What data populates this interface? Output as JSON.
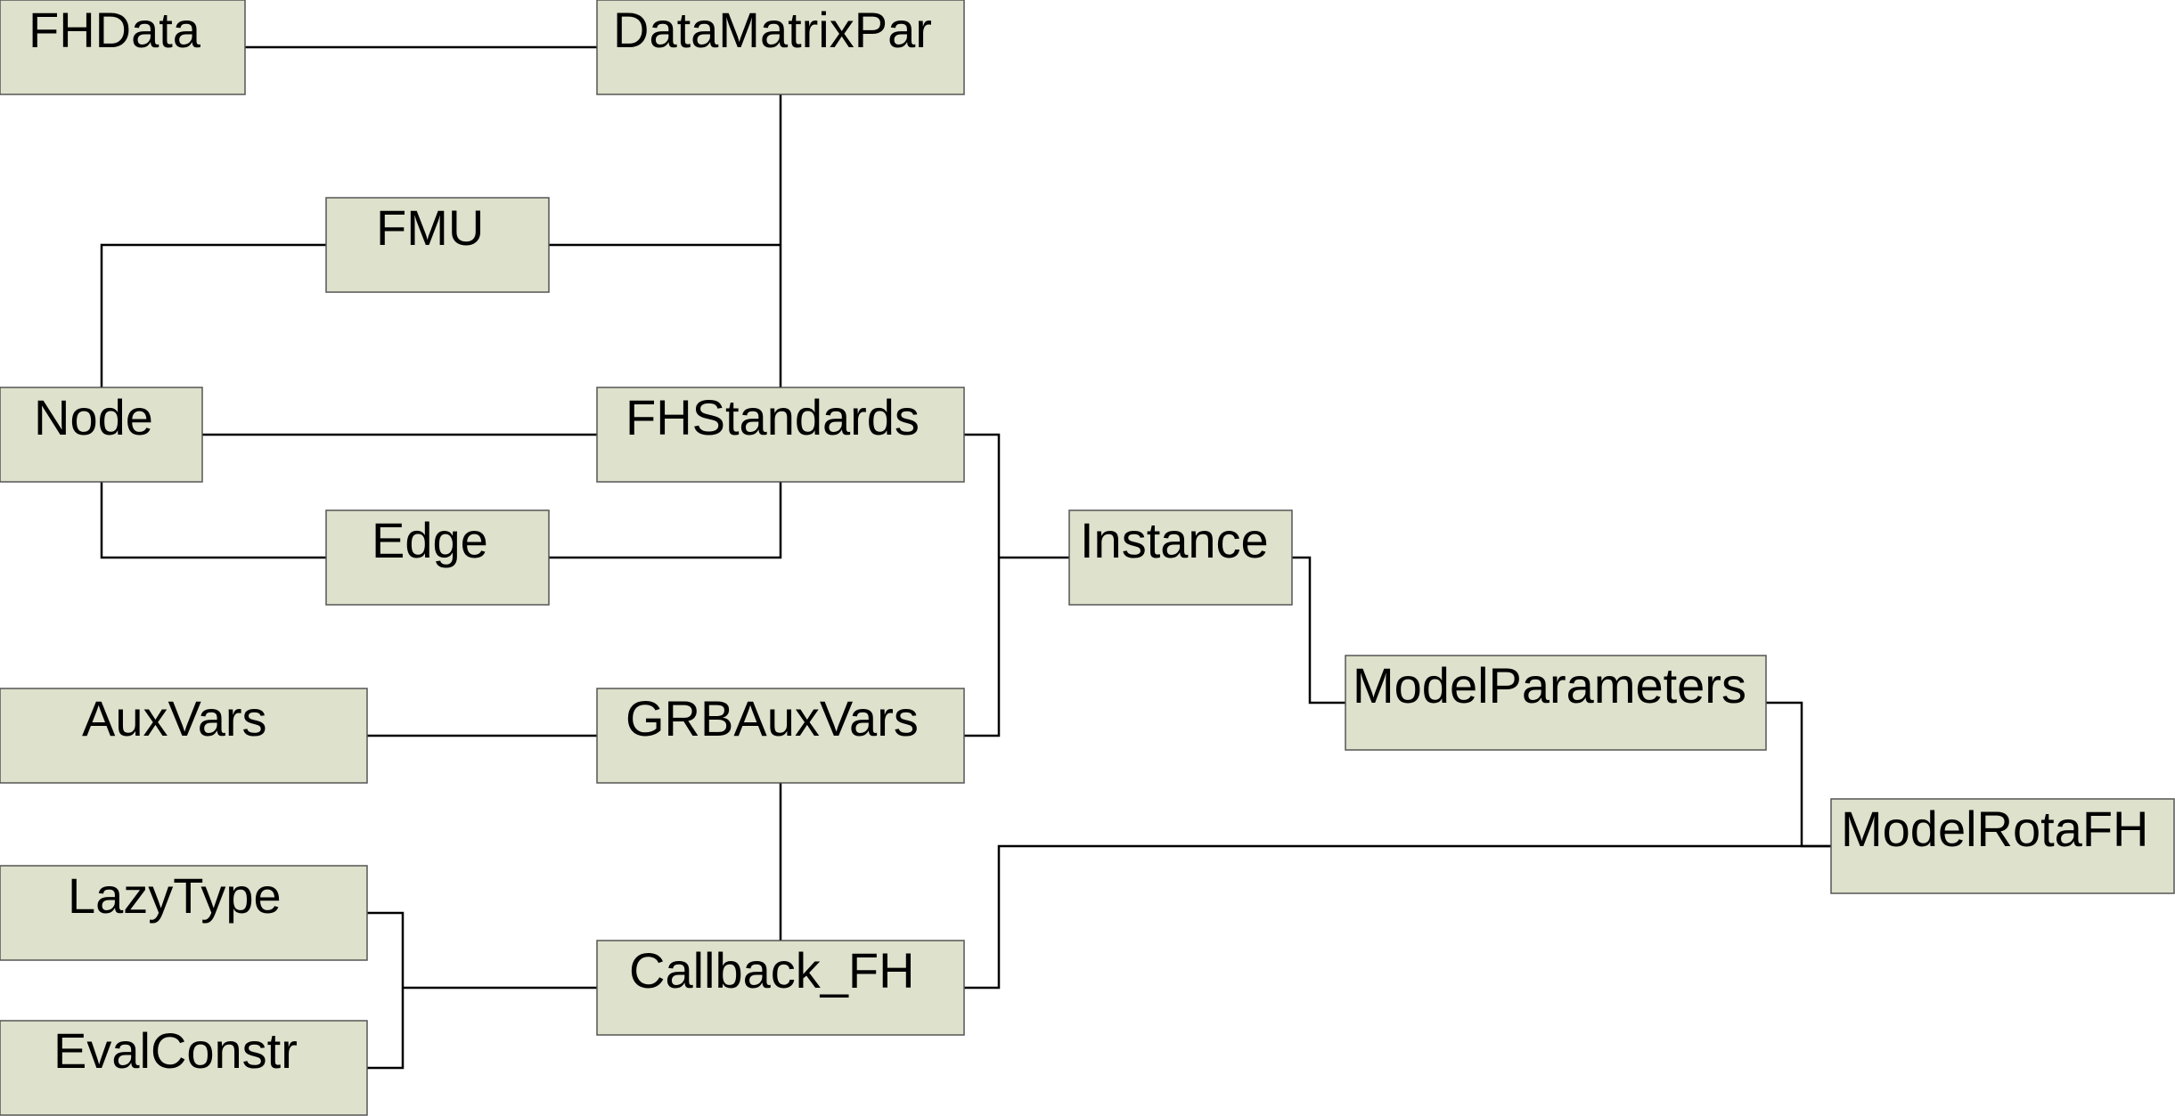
{
  "diagram": {
    "nodes": {
      "fhdata": "FHData",
      "datamatrixpar": "DataMatrixPar",
      "fmu": "FMU",
      "node": "Node",
      "fhstandards": "FHStandards",
      "edge": "Edge",
      "instance": "Instance",
      "auxvars": "AuxVars",
      "grbauxvars": "GRBAuxVars",
      "modelparameters": "ModelParameters",
      "modelrotafh": "ModelRotaFH",
      "lazytype": "LazyType",
      "callback_fh": "Callback_FH",
      "evalconstr": "EvalConstr"
    },
    "colors": {
      "box_fill": "#dee1cb",
      "box_border": "#555555",
      "line": "#000000"
    }
  }
}
